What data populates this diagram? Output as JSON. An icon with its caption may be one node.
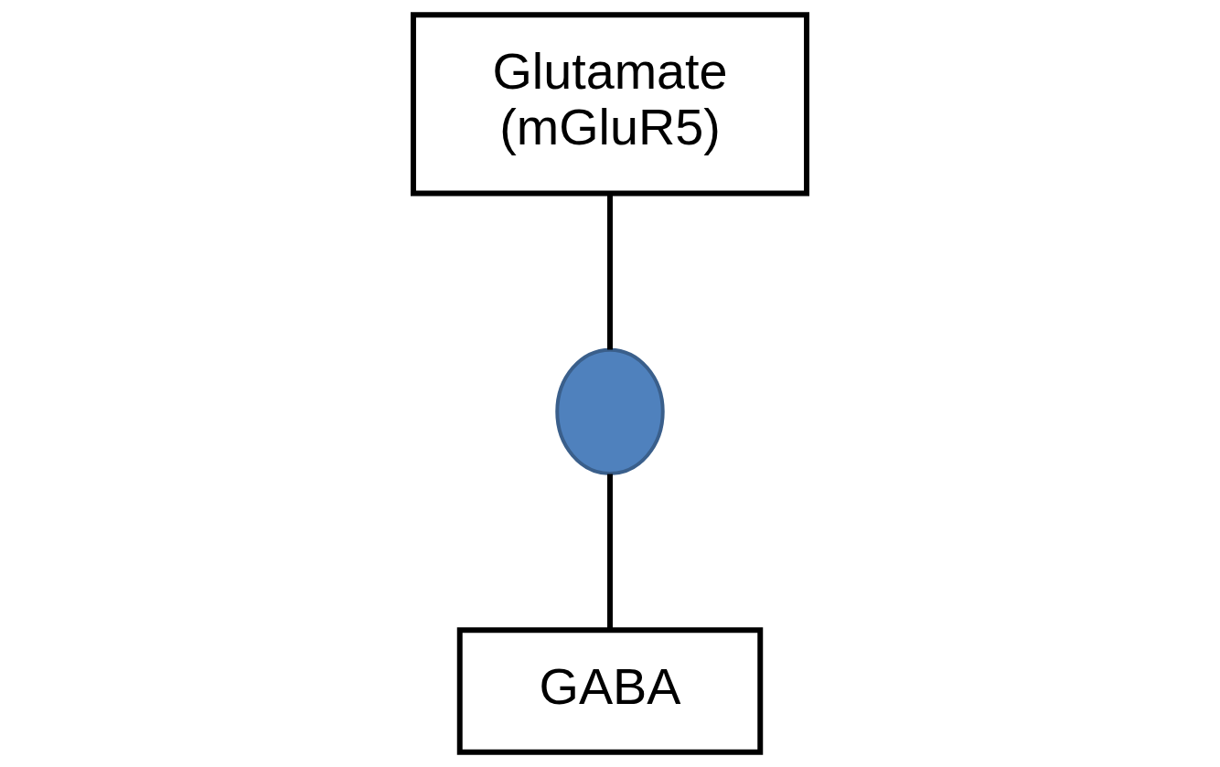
{
  "diagram": {
    "nodes": [
      {
        "text": [
          "Glutamate",
          "(mGluR5)"
        ]
      },
      {
        "text": [
          "GABA"
        ]
      },
      {
        "text": [],
        "shape": "circle"
      }
    ],
    "edges": [
      {
        "from": 0,
        "to": 2,
        "arrow": "none"
      },
      {
        "from": 2,
        "to": 1,
        "arrow": "none"
      }
    ]
  }
}
